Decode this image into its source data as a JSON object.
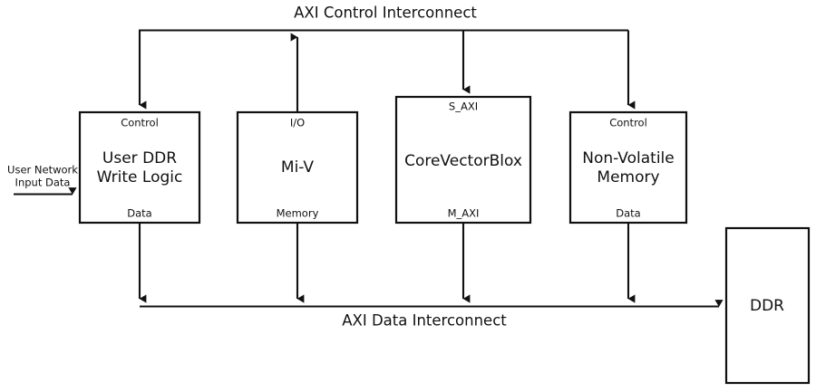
{
  "diagram": {
    "title": "AXI Control Interconnect",
    "buses": {
      "control": {
        "label": "AXI Control Interconnect"
      },
      "data": {
        "label": "AXI Data Interconnect"
      }
    },
    "external_input": {
      "line1": "User Network",
      "line2": "Input Data"
    },
    "blocks": [
      {
        "id": "user-ddr-write-logic",
        "title_line1": "User DDR",
        "title_line2": "Write Logic",
        "top_port": "Control",
        "bottom_port": "Data"
      },
      {
        "id": "mi-v",
        "title_line1": "Mi-V",
        "title_line2": "",
        "top_port": "I/O",
        "bottom_port": "Memory"
      },
      {
        "id": "corevectorblox",
        "title_line1": "CoreVectorBlox",
        "title_line2": "",
        "top_port": "S_AXI",
        "bottom_port": "M_AXI"
      },
      {
        "id": "non-volatile-memory",
        "title_line1": "Non-Volatile",
        "title_line2": "Memory",
        "top_port": "Control",
        "bottom_port": "Data"
      },
      {
        "id": "ddr",
        "title_line1": "DDR",
        "title_line2": "",
        "top_port": "",
        "bottom_port": ""
      }
    ],
    "colors": {
      "stroke": "#111111",
      "fill": "#ffffff",
      "background": "#ffffff"
    }
  }
}
